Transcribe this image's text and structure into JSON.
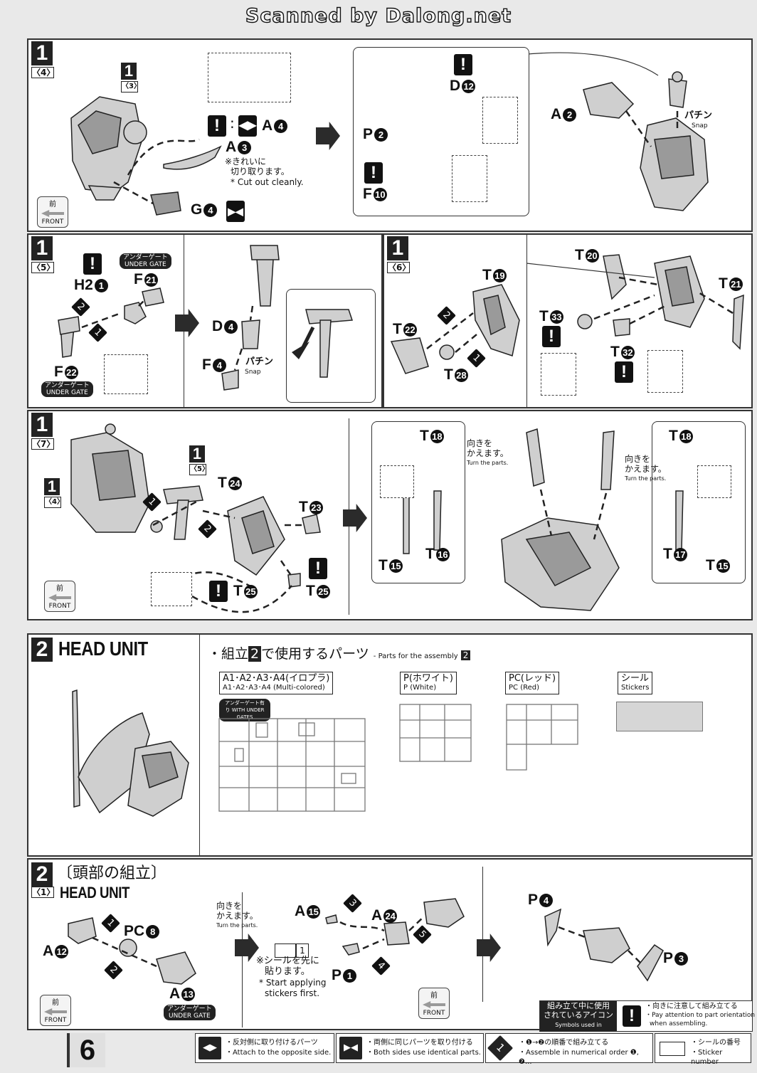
{
  "header": {
    "scan_credit": "Scanned by Dalong.net"
  },
  "page_number": "6",
  "step1_4": {
    "step": "1",
    "sub": "〈4〉",
    "ref_step": "1",
    "ref_sub": "〈3〉",
    "label_a4": "A",
    "num_a4": "4",
    "label_a3": "A",
    "num_a3": "3",
    "note_jp1": "※きれいに",
    "note_jp2": "切り取ります。",
    "note_en": "* Cut out cleanly.",
    "label_g4": "G",
    "num_g4": "4",
    "label_d12": "D",
    "num_d12": "12",
    "label_p2": "P",
    "num_p2": "2",
    "label_f10": "F",
    "num_f10": "10",
    "label_a2": "A",
    "num_a2": "2",
    "snap_jp": "パチン",
    "snap_en": "Snap",
    "front_jp": "前",
    "front_en": "FRONT"
  },
  "step1_5": {
    "step": "1",
    "sub": "〈5〉",
    "under_gate_jp": "アンダーゲート",
    "under_gate_en": "UNDER GATE",
    "label_h2": "H2",
    "num_h2": "1",
    "label_f21": "F",
    "num_f21": "21",
    "label_f22": "F",
    "num_f22": "22",
    "step_a": "2",
    "step_b": "1",
    "label_d4": "D",
    "num_d4": "4",
    "label_f4": "F",
    "num_f4": "4",
    "snap_jp": "パチン",
    "snap_en": "Snap"
  },
  "step1_6": {
    "step": "1",
    "sub": "〈6〉",
    "t19": "19",
    "t22": "22",
    "t28": "28",
    "t20": "20",
    "t21": "21",
    "t33": "33",
    "t32": "32",
    "step_a": "2",
    "step_b": "1",
    "letter": "T"
  },
  "step1_7": {
    "step": "1",
    "sub": "〈7〉",
    "ref4_step": "1",
    "ref4_sub": "〈4〉",
    "ref5_step": "1",
    "ref5_sub": "〈5〉",
    "t24": "24",
    "t23": "23",
    "t25": "25",
    "t18": "18",
    "t16": "16",
    "t15": "15",
    "t17": "17",
    "letter": "T",
    "step_a": "1",
    "step_b": "2",
    "turn_jp1": "向きを",
    "turn_jp2": "かえます。",
    "turn_en": "Turn the parts.",
    "front_jp": "前",
    "front_en": "FRONT"
  },
  "section2": {
    "num": "2",
    "title": "HEAD UNIT",
    "parts_title_jp": "・組立",
    "parts_title_num": "2",
    "parts_title_jp2": "で使用するパーツ",
    "parts_title_en": "- Parts for the assembly",
    "runner_a_jp": "A1･A2･A3･A4(イロプラ)",
    "runner_a_en": "A1･A2･A3･A4 (Multi-colored)",
    "with_gates": "アンダーゲート有り WITH UNDER GATES",
    "runner_p_jp": "P(ホワイト)",
    "runner_p_en": "P (White)",
    "runner_pc_jp": "PC(レッド)",
    "runner_pc_en": "PC (Red)",
    "sticker_jp": "シール",
    "sticker_en": "Stickers"
  },
  "step2_1": {
    "num": "2",
    "title_jp": "〔頭部の組立〕",
    "sub": "〈1〉",
    "subtitle": "HEAD UNIT",
    "label_a12": "A",
    "num_a12": "12",
    "label_pc8": "PC",
    "num_pc8": "8",
    "label_a13": "A",
    "num_a13": "13",
    "under_gate_jp": "アンダーゲート",
    "under_gate_en": "UNDER GATE",
    "turn_jp1": "向きを",
    "turn_jp2": "かえます。",
    "turn_en": "Turn the parts.",
    "label_a15": "A",
    "num_a15": "15",
    "label_a24": "A",
    "num_a24": "24",
    "label_p1": "P",
    "num_p1": "1",
    "sticker_ref": "1",
    "sticker_note_jp1": "※シールを先に",
    "sticker_note_jp2": "貼ります。",
    "sticker_note_en1": "* Start applying",
    "sticker_note_en2": "stickers first.",
    "label_p4": "P",
    "num_p4": "4",
    "label_p3": "P",
    "num_p3": "3",
    "steps": [
      "1",
      "2",
      "3",
      "4",
      "5"
    ],
    "front_jp": "前",
    "front_en": "FRONT"
  },
  "icons_box": {
    "title_jp1": "組み立て中に使用",
    "title_jp2": "されているアイコン",
    "title_en": "Symbols used in instructions",
    "caution_jp": "・向きに注意して組み立てる",
    "caution_en1": "・Pay attention to part orientation",
    "caution_en2": "when assembling."
  },
  "legend": [
    {
      "jp": "・反対側に取り付けるパーツ",
      "en": "・Attach to the opposite side."
    },
    {
      "jp": "・両側に同じパーツを取り付ける",
      "en": "・Both sides use identical parts."
    },
    {
      "jp": "・❶→❷の順番で組み立てる",
      "en": "・Assemble in numerical order ❶, ❷..."
    },
    {
      "jp": "・シールの番号",
      "en": "・Sticker number"
    }
  ],
  "icon_names": [
    "exclamation-icon",
    "opposite-side-icon",
    "both-sides-icon",
    "numerical-order-icon",
    "sticker-number-icon",
    "front-arrow-icon"
  ]
}
